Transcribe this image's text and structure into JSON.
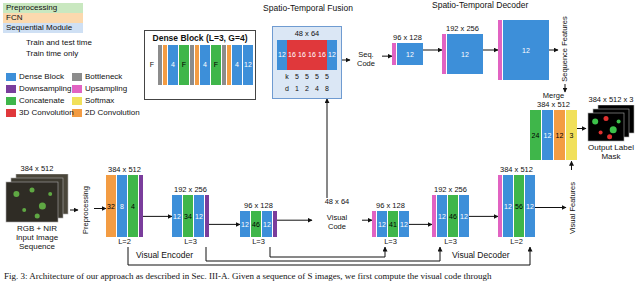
{
  "diagram": {
    "caption": "Fig. 3: Architecture of our approach as described in Sec. III-A. Given a sequence of S images, we first compute the visual code through",
    "nodes": [
      {
        "text": [
          "Dense Block (L=3, G=4)",
          "F",
          "4",
          "F",
          "4",
          "F",
          "4",
          "12"
        ]
      },
      {
        "text": [
          "384 x 512",
          "RGB + NIR",
          "Input Image Sequence"
        ]
      },
      {
        "text": [
          "Preprocessing"
        ]
      },
      {
        "text": [
          "Visual Encoder"
        ]
      },
      {
        "text": [
          "384 x 512",
          "32",
          "8",
          "4",
          "L=2"
        ],
        "in": 3
      },
      {
        "text": [
          "192 x 256",
          "12",
          "34",
          "12",
          "L=3"
        ],
        "in": 3
      },
      {
        "text": [
          "96 x 128",
          "12",
          "46",
          "12",
          "L=3"
        ],
        "in": 3
      },
      {
        "text": [
          "48 x 64",
          "Visual Code"
        ]
      },
      {
        "text": [
          "Visual Decoder"
        ]
      },
      {
        "text": [
          "96 x 128",
          "12",
          "41",
          "12",
          "L=3"
        ],
        "in": 8
      },
      {
        "text": [
          "192 x 256",
          "12",
          "46",
          "12",
          "L=3"
        ],
        "in": 8
      },
      {
        "text": [
          "384 x 512",
          "12",
          "56",
          "12",
          "L=2"
        ],
        "in": 8
      },
      {
        "text": [
          "Visual Features"
        ]
      },
      {
        "text": [
          "Spatio-Temporal Fusion",
          "48 x 64",
          "12",
          "16",
          "16",
          "16",
          "16",
          "12",
          "k",
          "5",
          "5",
          "5",
          "5",
          "d",
          "1",
          "2",
          "4",
          "8"
        ]
      },
      {
        "text": [
          "Seq. Code"
        ]
      },
      {
        "text": [
          "Spatio-Temporal Decoder"
        ]
      },
      {
        "text": [
          "96 x 128",
          "12"
        ],
        "in": 15
      },
      {
        "text": [
          "192 x 256",
          "12"
        ],
        "in": 15
      },
      {
        "text": [
          "12"
        ],
        "in": 15
      },
      {
        "text": [
          "Sequence Features"
        ]
      },
      {
        "text": [
          "Merge",
          "384 x 512",
          "24",
          "12",
          "12",
          "3"
        ]
      },
      {
        "text": [
          "384 x 512 x 3",
          "Output Label Mask"
        ]
      }
    ],
    "edges": [
      {
        "from": 1,
        "to": 2,
        "arrow": "to"
      },
      {
        "from": 2,
        "to": 4,
        "arrow": "to"
      },
      {
        "from": 4,
        "to": 5,
        "arrow": "to"
      },
      {
        "from": 5,
        "to": 6,
        "arrow": "to"
      },
      {
        "from": 6,
        "to": 7,
        "arrow": "to"
      },
      {
        "from": 7,
        "to": 9,
        "arrow": "to"
      },
      {
        "from": 9,
        "to": 10,
        "arrow": "to"
      },
      {
        "from": 10,
        "to": 11,
        "arrow": "to"
      },
      {
        "from": 11,
        "to": 12,
        "arrow": "to"
      },
      {
        "from": 12,
        "to": 20,
        "arrow": "to"
      },
      {
        "from": 7,
        "to": 13,
        "arrow": "to"
      },
      {
        "from": 13,
        "to": 14,
        "arrow": "to"
      },
      {
        "from": 14,
        "to": 16,
        "arrow": "to"
      },
      {
        "from": 16,
        "to": 17,
        "arrow": "to"
      },
      {
        "from": 17,
        "to": 18,
        "arrow": "to"
      },
      {
        "from": 18,
        "to": 19,
        "arrow": "to"
      },
      {
        "from": 19,
        "to": 20,
        "arrow": "to"
      },
      {
        "from": 20,
        "to": 21,
        "arrow": "to"
      },
      {
        "from": 4,
        "to": 11,
        "arrow": "to"
      },
      {
        "from": 5,
        "to": 10,
        "arrow": "to"
      },
      {
        "from": 6,
        "to": 9,
        "arrow": "to"
      }
    ],
    "legend": [
      {
        "text": "Preprocessing",
        "color": "#c9e8c0"
      },
      {
        "text": "FCN",
        "color": "#fbd9ae"
      },
      {
        "text": "Sequential Module",
        "color": "#cfe0f4"
      },
      {
        "text": "Train and test time"
      },
      {
        "text": "Train time only"
      },
      {
        "text": "Dense Block",
        "color": "#3d8fd9"
      },
      {
        "text": "Bottleneck",
        "color": "#8c8c8c"
      },
      {
        "text": "Downsampling",
        "color": "#7a3d9c"
      },
      {
        "text": "Upsampling",
        "color": "#e163c2"
      },
      {
        "text": "Concatenate",
        "color": "#3fb64a"
      },
      {
        "text": "Softmax",
        "color": "#f1e05a"
      },
      {
        "text": "3D Convolution",
        "color": "#e0383b"
      },
      {
        "text": "2D Convolution",
        "color": "#f39c43"
      }
    ]
  }
}
